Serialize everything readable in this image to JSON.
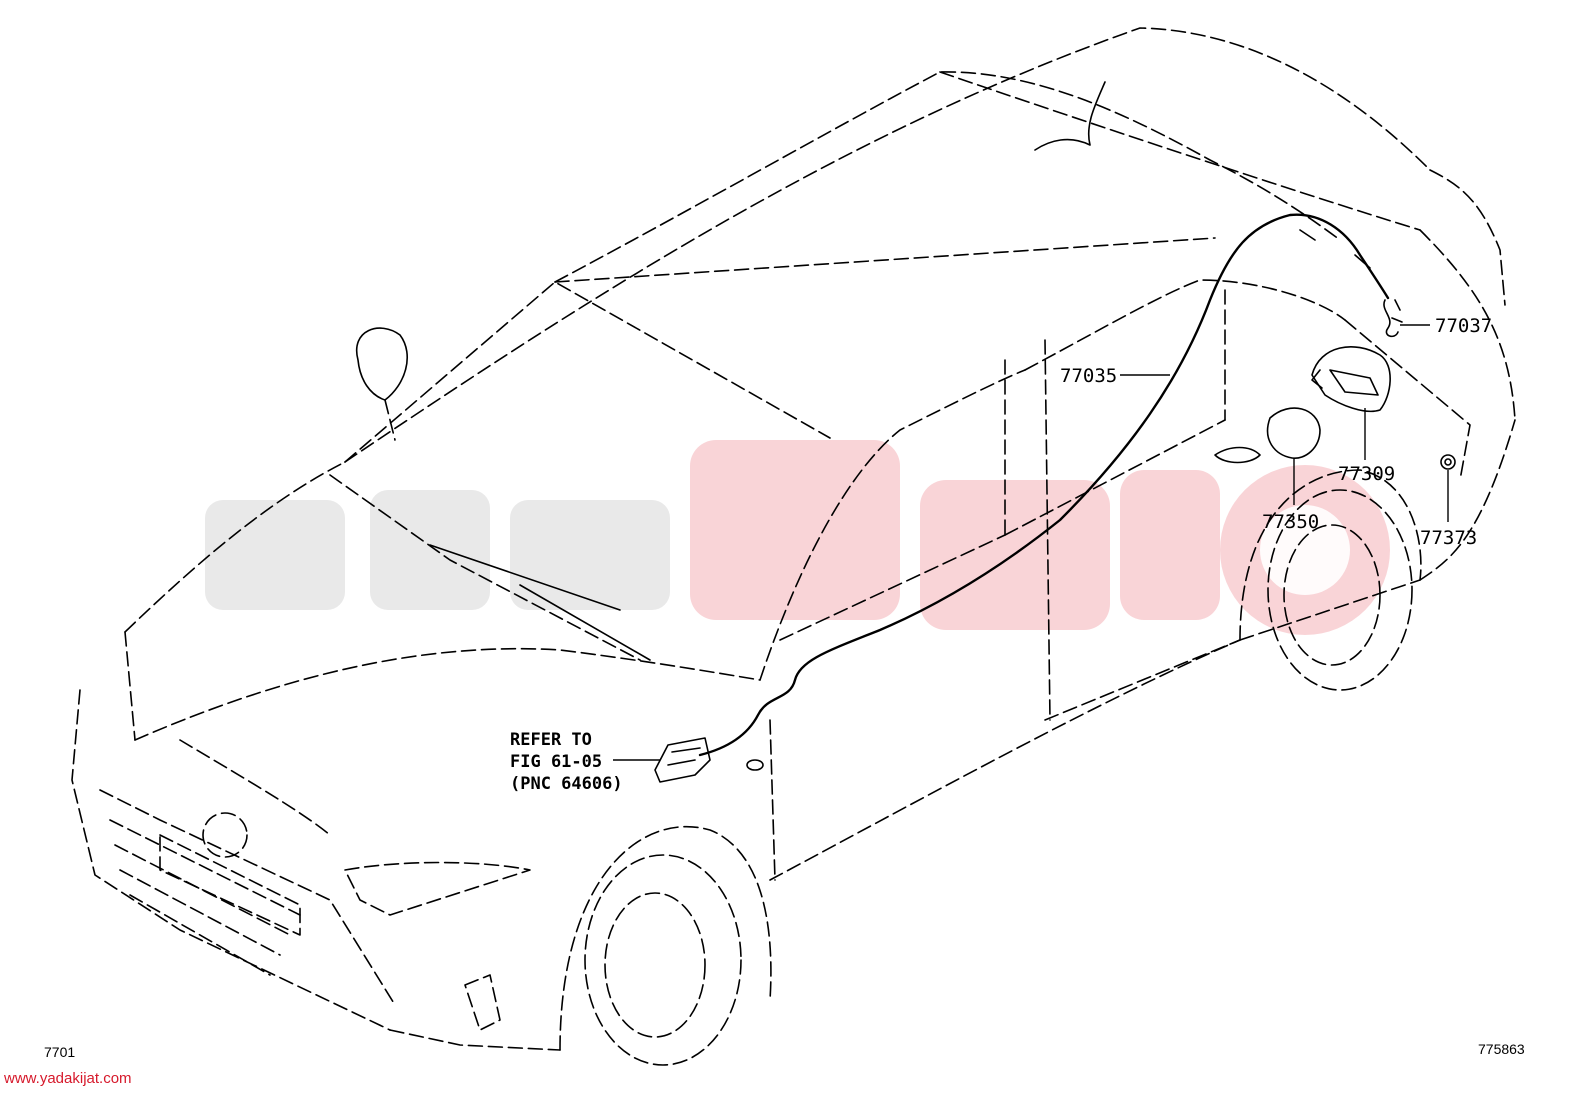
{
  "diagram": {
    "figure_code": "7701",
    "illustration_number": "775863",
    "website": "www.yadakijat.com",
    "refer_note": {
      "line1": "REFER TO",
      "line2": "FIG 61-05",
      "line3": "(PNC 64606)"
    },
    "callouts": [
      {
        "id": "77035",
        "label": "77035"
      },
      {
        "id": "77037",
        "label": "77037"
      },
      {
        "id": "77309",
        "label": "77309"
      },
      {
        "id": "77350",
        "label": "77350"
      },
      {
        "id": "77373",
        "label": "77373"
      }
    ],
    "colors": {
      "line": "#000000",
      "watermark_red": "#e23b4a",
      "watermark_gray": "#cfcfcf",
      "link": "#d6192b"
    }
  }
}
